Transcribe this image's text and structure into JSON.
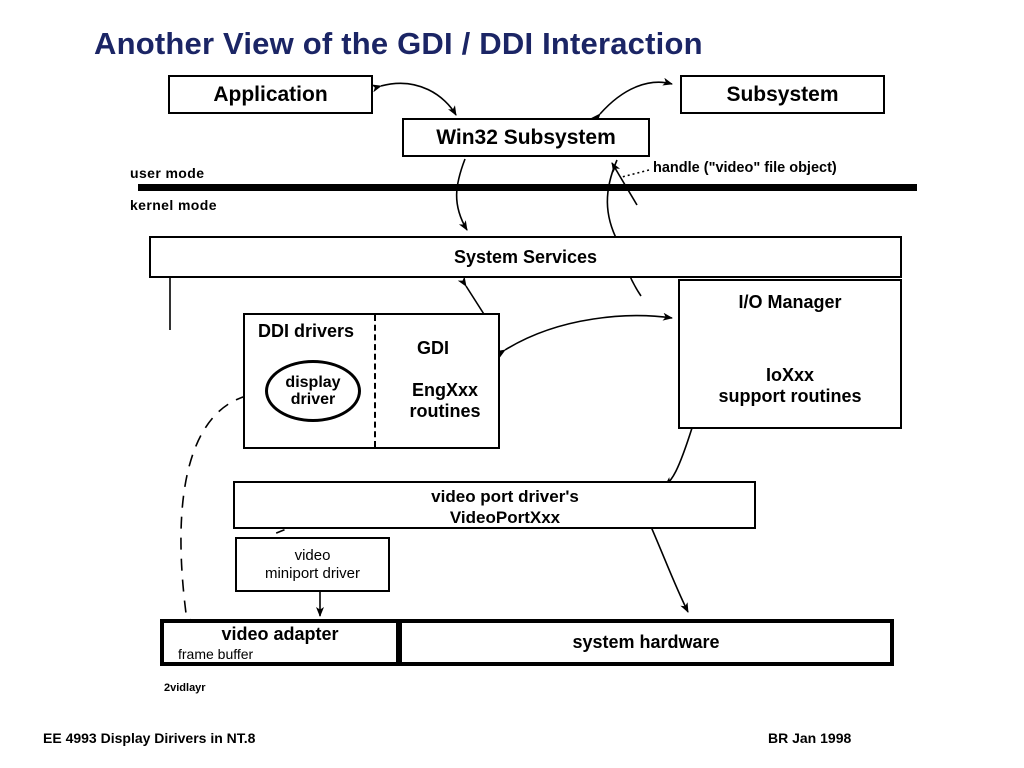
{
  "slide": {
    "title": "Another View of  the GDI / DDI Interaction",
    "title_color": "#1b2565",
    "background": "#ffffff",
    "caption": "2vidlayr"
  },
  "mode_labels": {
    "user": "user mode",
    "kernel": "kernel mode"
  },
  "annotations": {
    "handle": "handle (\"video\" file object)"
  },
  "boxes": {
    "application": "Application",
    "win32_subsystem": "Win32 Subsystem",
    "subsystem": "Subsystem",
    "system_services": "System Services",
    "ddi_drivers": "DDI drivers",
    "gdi": "GDI",
    "engxxx": "EngXxx\nroutines",
    "display_driver": "display\ndriver",
    "io_manager": "I/O Manager",
    "ioxxx": "IoXxx\nsupport routines",
    "video_port_driver": "video port driver's\nVideoPortXxx",
    "video_miniport_driver": "video\nminiport driver",
    "video_adapter": "video adapter",
    "frame_buffer": "frame buffer",
    "system_hardware": "system hardware"
  },
  "footer": {
    "left": "EE 4993  Display Dirivers in NT.8",
    "right": "BR Jan 1998"
  }
}
